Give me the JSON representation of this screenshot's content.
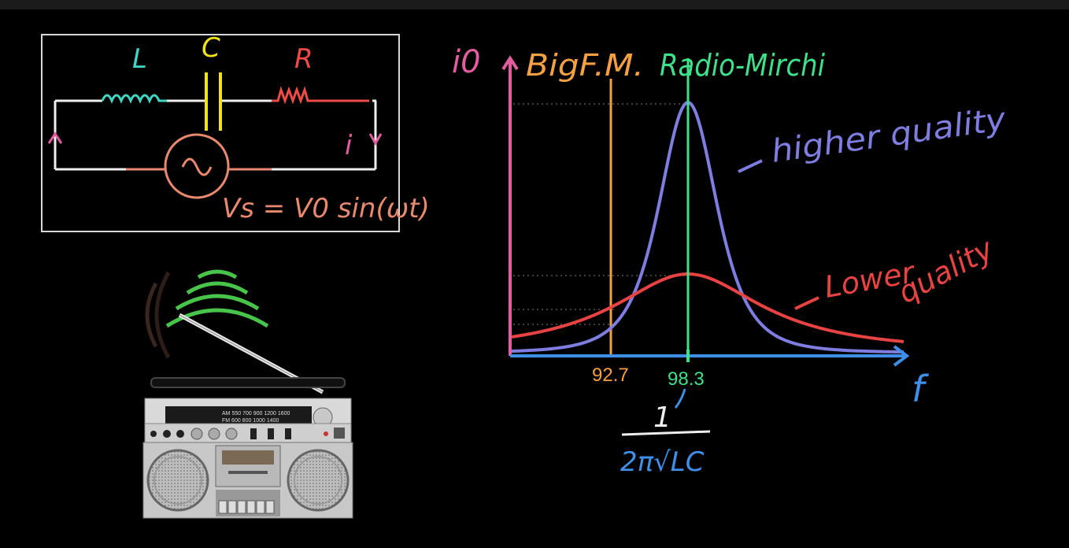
{
  "circuit": {
    "inductor_label": "L",
    "capacitor_label": "C",
    "resistor_label": "R",
    "current_label": "i",
    "source_equation": "Vs = V0 sin(ωt)"
  },
  "graph": {
    "y_axis_label": "i0",
    "x_axis_label": "f",
    "station_1": {
      "name": "BigF.M.",
      "freq": "92.7"
    },
    "station_2": {
      "name": "Radio-Mirchi",
      "freq": "98.3"
    },
    "higher_label": "higher quality",
    "lower_label_1": "Lower",
    "lower_label_2": "quality",
    "resonance_formula_num": "1",
    "resonance_formula_den": "2π√LC"
  },
  "colors": {
    "inductor": "#3fd6c4",
    "capacitor": "#f2e21a",
    "resistor": "#ef4b46",
    "source": "#e8896f",
    "axis_y": "#e25da0",
    "axis_x": "#3f8ee8",
    "bigfm": "#f5a142",
    "mirchi": "#3fe08a",
    "high_q": "#7f7ee0",
    "low_q": "#e84343"
  }
}
